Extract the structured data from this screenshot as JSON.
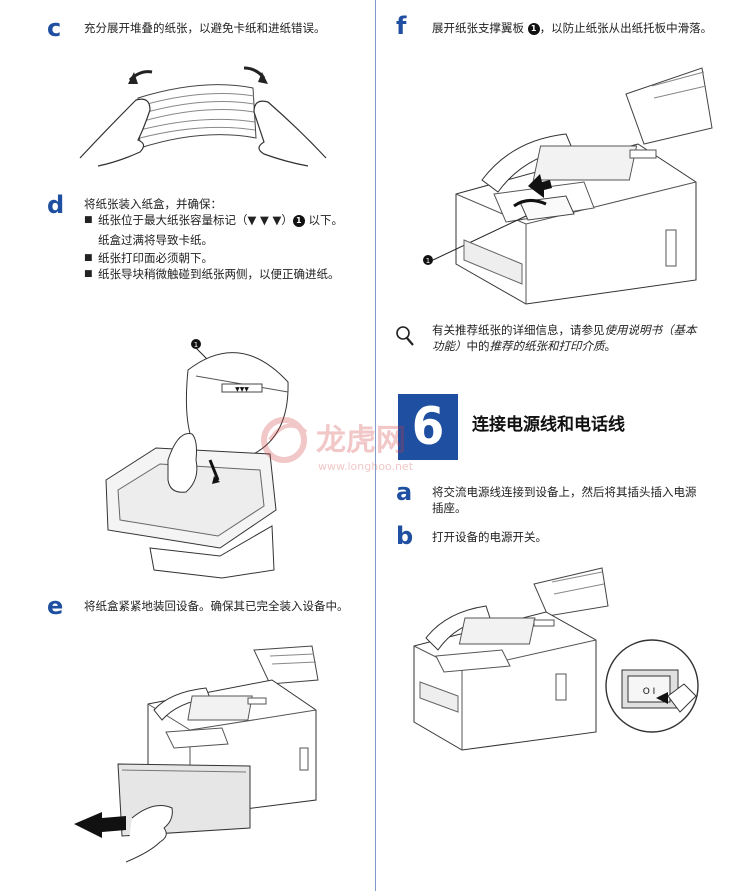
{
  "colors": {
    "step_letter": "#1f4fa0",
    "section_box": "#1f4fa0",
    "divider": "#7f9cc9",
    "watermark": "#d23a3a"
  },
  "left": {
    "c": {
      "letter": "c",
      "text": "充分展开堆叠的纸张，以避免卡纸和进纸错误。"
    },
    "d": {
      "letter": "d",
      "intro": "将纸张装入纸盒，并确保：",
      "bullets": [
        {
          "text_a": "纸张位于最大纸张容量标记（▼ ▼ ▼）",
          "callout": "1",
          "text_b": "以下。"
        },
        {
          "note": "纸盒过满将导致卡纸。"
        },
        {
          "text_a": "纸张打印面必须朝下。"
        },
        {
          "text_a": "纸张导块稍微触碰到纸张两侧，以便正确进纸。"
        }
      ],
      "callout_label": "1"
    },
    "e": {
      "letter": "e",
      "text": "将纸盒紧紧地装回设备。确保其已完全装入设备中。"
    }
  },
  "right": {
    "f": {
      "letter": "f",
      "text_a": "展开纸张支撑翼板",
      "callout": "1",
      "text_b": "，以防止纸张从出纸托板中滑落。",
      "callout_label": "1"
    },
    "note": {
      "icon": "magnifier-icon",
      "prefix": "有关推荐纸张的详细信息，请参见",
      "manual": "使用说明书（基本功能）",
      "mid": "中的",
      "section": "推荐的纸张和打印介质",
      "suffix": "。"
    },
    "section": {
      "number": "6",
      "title": "连接电源线和电话线"
    },
    "a": {
      "letter": "a",
      "text": "将交流电源线连接到设备上，然后将其插头插入电源插座。"
    },
    "b": {
      "letter": "b",
      "text": "打开设备的电源开关。"
    },
    "switch_label": "O I"
  },
  "watermark": {
    "text": "龙虎网",
    "url": "www.longhoo.net"
  }
}
